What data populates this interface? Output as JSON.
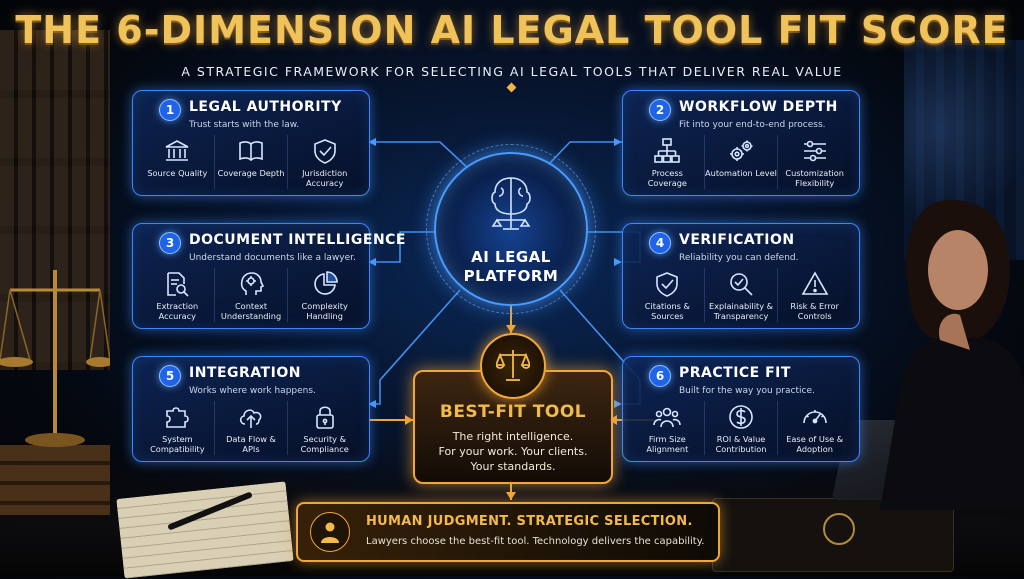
{
  "title": "THE 6-DIMENSION AI LEGAL TOOL FIT SCORE",
  "subtitle": "A STRATEGIC FRAMEWORK FOR SELECTING AI LEGAL TOOLS THAT DELIVER REAL VALUE",
  "colors": {
    "accent_gold": "#f0b542",
    "accent_blue": "#3c86ff",
    "background": "#04080f"
  },
  "hub": {
    "label_line1": "AI LEGAL",
    "label_line2": "PLATFORM",
    "icon": "brain-scale-icon"
  },
  "dimensions": [
    {
      "number": "1",
      "title": "LEGAL AUTHORITY",
      "tagline": "Trust starts with the law.",
      "items": [
        {
          "label": "Source Quality",
          "icon": "courthouse-icon"
        },
        {
          "label": "Coverage Depth",
          "icon": "open-book-icon"
        },
        {
          "label": "Jurisdiction\nAccuracy",
          "icon": "shield-check-icon"
        }
      ]
    },
    {
      "number": "2",
      "title": "WORKFLOW DEPTH",
      "tagline": "Fit into your end-to-end process.",
      "items": [
        {
          "label": "Process Coverage",
          "icon": "flowchart-icon"
        },
        {
          "label": "Automation Level",
          "icon": "gears-icon"
        },
        {
          "label": "Customization\nFlexibility",
          "icon": "sliders-icon"
        }
      ]
    },
    {
      "number": "3",
      "title": "DOCUMENT INTELLIGENCE",
      "tagline": "Understand documents like a lawyer.",
      "items": [
        {
          "label": "Extraction\nAccuracy",
          "icon": "document-search-icon"
        },
        {
          "label": "Context\nUnderstanding",
          "icon": "head-brain-icon"
        },
        {
          "label": "Complexity\nHandling",
          "icon": "pie-chart-icon"
        }
      ]
    },
    {
      "number": "4",
      "title": "VERIFICATION",
      "tagline": "Reliability you can defend.",
      "items": [
        {
          "label": "Citations &\nSources",
          "icon": "shield-check-icon"
        },
        {
          "label": "Explainability &\nTransparency",
          "icon": "magnifier-check-icon"
        },
        {
          "label": "Risk & Error\nControls",
          "icon": "warning-triangle-icon"
        }
      ]
    },
    {
      "number": "5",
      "title": "INTEGRATION",
      "tagline": "Works where work happens.",
      "items": [
        {
          "label": "System\nCompatibility",
          "icon": "puzzle-icon"
        },
        {
          "label": "Data Flow &\nAPIs",
          "icon": "cloud-upload-icon"
        },
        {
          "label": "Security &\nCompliance",
          "icon": "padlock-icon"
        }
      ]
    },
    {
      "number": "6",
      "title": "PRACTICE FIT",
      "tagline": "Built for the way you practice.",
      "items": [
        {
          "label": "Firm Size\nAlignment",
          "icon": "people-group-icon"
        },
        {
          "label": "ROI & Value\nContribution",
          "icon": "dollar-coin-icon"
        },
        {
          "label": "Ease of Use &\nAdoption",
          "icon": "speedometer-icon"
        }
      ]
    }
  ],
  "best_fit": {
    "title": "BEST-FIT TOOL",
    "line1": "The right intelligence.",
    "line2": "For your work. Your clients.",
    "line3": "Your standards.",
    "icon": "scales-of-justice-icon"
  },
  "human": {
    "title": "HUMAN JUDGMENT. STRATEGIC SELECTION.",
    "description": "Lawyers choose the best-fit tool. Technology delivers the capability.",
    "icon": "person-icon"
  }
}
